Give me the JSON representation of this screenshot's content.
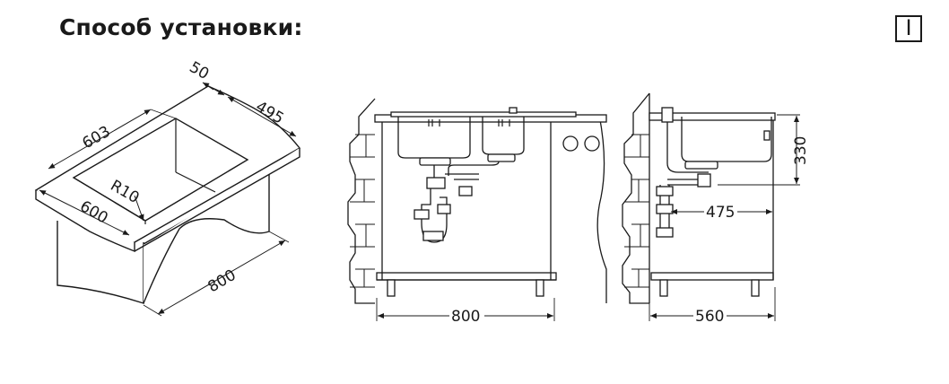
{
  "title": "Способ установки:",
  "mark": "I",
  "iso": {
    "dim_top_small": "50",
    "dim_top": "495",
    "dim_length": "603",
    "dim_radius": "R10",
    "dim_depth": "600",
    "dim_cabinet": "800"
  },
  "front": {
    "dim_width": "800"
  },
  "side": {
    "dim_height": "330",
    "dim_drain": "475",
    "dim_width": "560"
  }
}
